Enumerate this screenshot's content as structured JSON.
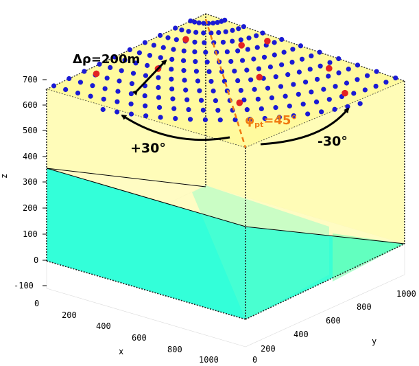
{
  "figure": {
    "colors": {
      "air": "#fffcb0",
      "subsurface": "#33ffd9",
      "node": "#1a1ad4",
      "source": "#e32222",
      "annotation_orange": "#f07a10",
      "arrow": "#000000"
    },
    "annotations": {
      "spacing": "Δρ=200m",
      "phi_symbol": "φ",
      "phi_sub": "pt",
      "phi_value": "=45°",
      "rot_plus": "+30°",
      "rot_minus": "-30°"
    },
    "axes": {
      "z_label": "z",
      "x_label": "x",
      "y_label": "y",
      "z_ticks": [
        "700",
        "600",
        "500",
        "400",
        "300",
        "200",
        "100",
        "0",
        "-100"
      ],
      "x_ticks": [
        "0",
        "200",
        "400",
        "600",
        "800",
        "1000"
      ],
      "y_ticks": [
        "0",
        "200",
        "400",
        "600",
        "800",
        "1000"
      ]
    }
  }
}
